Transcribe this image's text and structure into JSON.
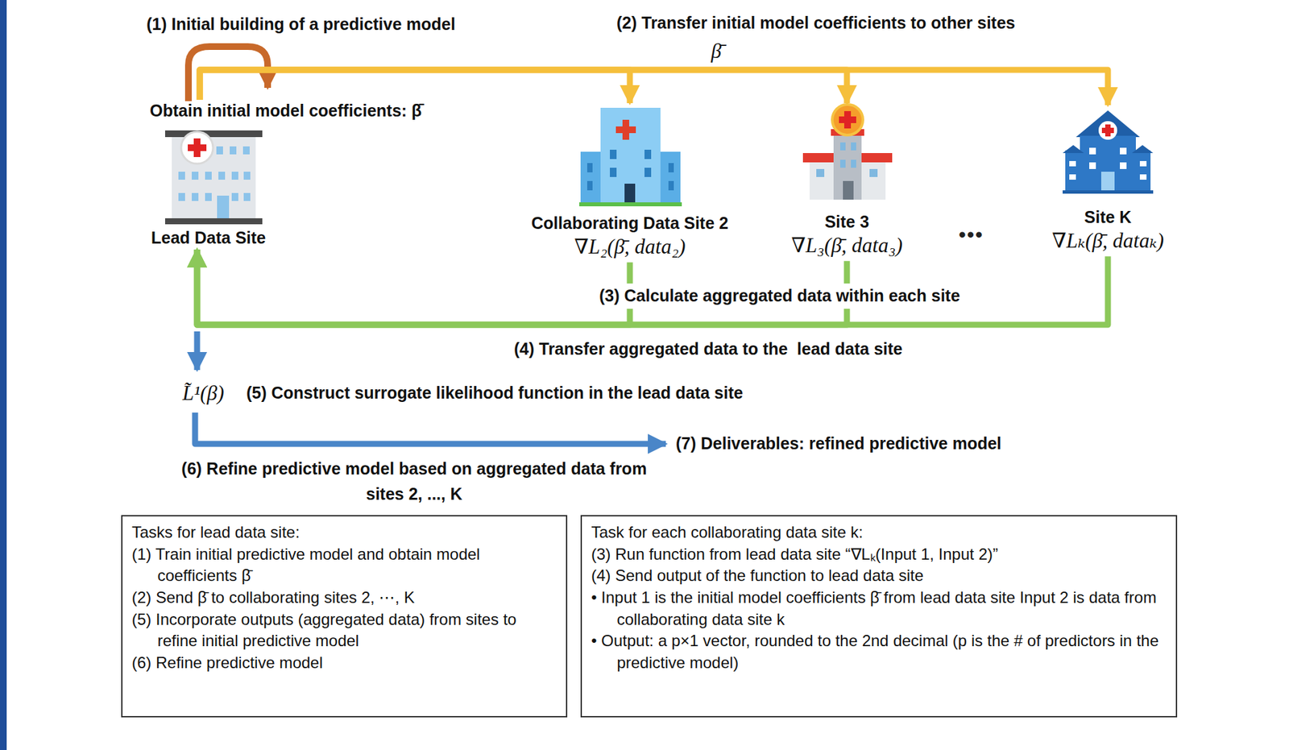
{
  "diagram": {
    "nodes": [
      {
        "text": [
          "Obtain initial model coefficients: β̄",
          "Lead Data Site"
        ]
      },
      {
        "text": [
          "Collaborating Data Site 2",
          "∇L₂(β̄, data₂)"
        ]
      },
      {
        "text": [
          "Site 3",
          "∇L₃(β̄, data₃)"
        ]
      },
      {
        "text": [
          "Site K",
          "∇Lₖ(β̄, dataₖ)"
        ]
      },
      {
        "text": [
          "Tasks for lead data site:",
          "(1) Train initial predictive model and obtain model coefficients β̄",
          "(2) Send β̄ to collaborating sites 2, ⋯, K",
          "(5) Incorporate outputs (aggregated data) from sites to refine initial predictive model",
          "(6) Refine predictive model"
        ]
      },
      {
        "text": [
          "Task for each collaborating data site k:",
          "(3) Run function from lead data site “∇Lₖ(Input 1, Input 2)”",
          "(4) Send output of the function to lead data site",
          "• Input 1 is the initial model coefficients β̄ from lead data site Input 2 is data from collaborating data site k",
          "• Output: a p×1 vector, rounded to the 2nd decimal (p is the # of predictors in the predictive model)"
        ]
      }
    ],
    "edges": [
      {
        "from": 0,
        "to": 1,
        "arrow": "to"
      },
      {
        "from": 0,
        "to": 2,
        "arrow": "to"
      },
      {
        "from": 0,
        "to": 3,
        "arrow": "to"
      },
      {
        "from": 1,
        "to": 0,
        "arrow": "to"
      },
      {
        "from": 2,
        "to": 0,
        "arrow": "to"
      },
      {
        "from": 3,
        "to": 0,
        "arrow": "to"
      }
    ],
    "labels": [
      "(1) Initial building of a predictive model",
      "(2) Transfer initial model coefficients to other sites",
      "β̄",
      "•••",
      "(3) Calculate aggregated data within each site",
      "(4) Transfer aggregated data to the  lead data site",
      "L̃¹(β)",
      "(5) Construct surrogate likelihood function in the lead data site",
      "(7) Deliverables: refined predictive model",
      "(6) Refine predictive model based on aggregated data from sites 2, ..., K"
    ]
  }
}
